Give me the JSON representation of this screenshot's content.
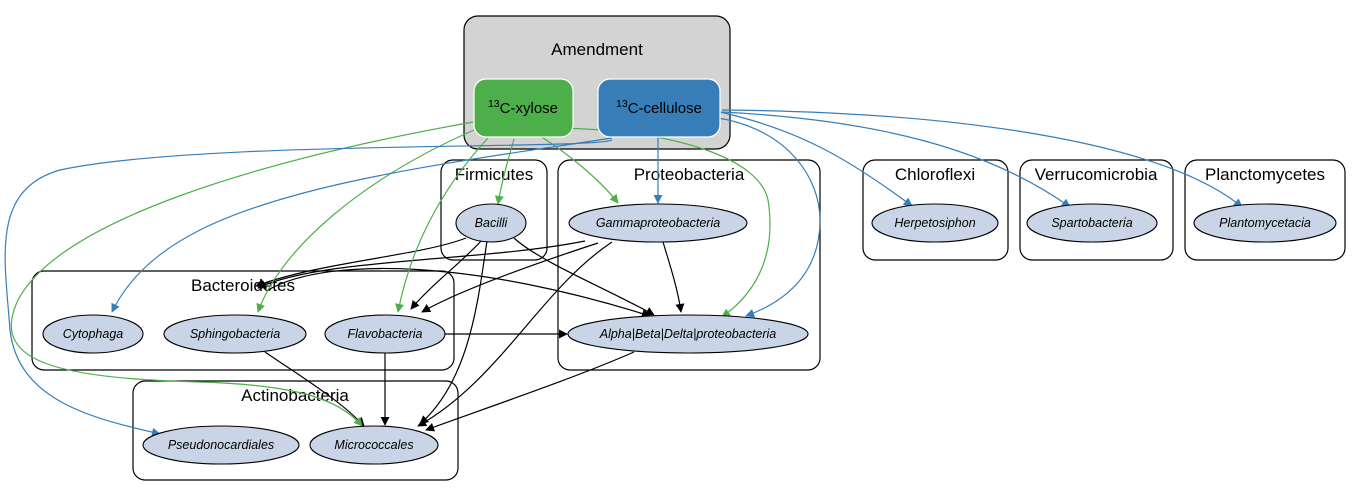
{
  "clusters": {
    "amendment": "Amendment",
    "firmicutes": "Firmicutes",
    "proteobacteria": "Proteobacteria",
    "bacteroidetes": "Bacteroidetes",
    "actinobacteria": "Actinobacteria",
    "chloroflexi": "Chloroflexi",
    "verrucomicrobia": "Verrucomicrobia",
    "planctomycetes": "Planctomycetes"
  },
  "sources": {
    "xylose": {
      "sup": "13",
      "text": "C-xylose",
      "color": "#4daf4a"
    },
    "cellulose": {
      "sup": "13",
      "text": "C-cellulose",
      "color": "#377eb8"
    }
  },
  "nodes": {
    "bacilli": "Bacilli",
    "gammaproteobacteria": "Gammaproteobacteria",
    "cytophaga": "Cytophaga",
    "sphingobacteria": "Sphingobacteria",
    "flavobacteria": "Flavobacteria",
    "alpha_beta_delta": "Alpha|Beta|Delta|proteobacteria",
    "pseudonocardiales": "Pseudonocardiales",
    "micrococcales": "Micrococcales",
    "herpetosiphon": "Herpetosiphon",
    "spartobacteria": "Spartobacteria",
    "plantomycetacia": "Plantomycetacia"
  },
  "colors": {
    "node_fill": "#c9d5e6",
    "amendment_fill": "#d3d3d3",
    "xylose_edge": "#4daf4a",
    "cellulose_edge": "#377eb8",
    "taxon_edge": "#000000"
  }
}
